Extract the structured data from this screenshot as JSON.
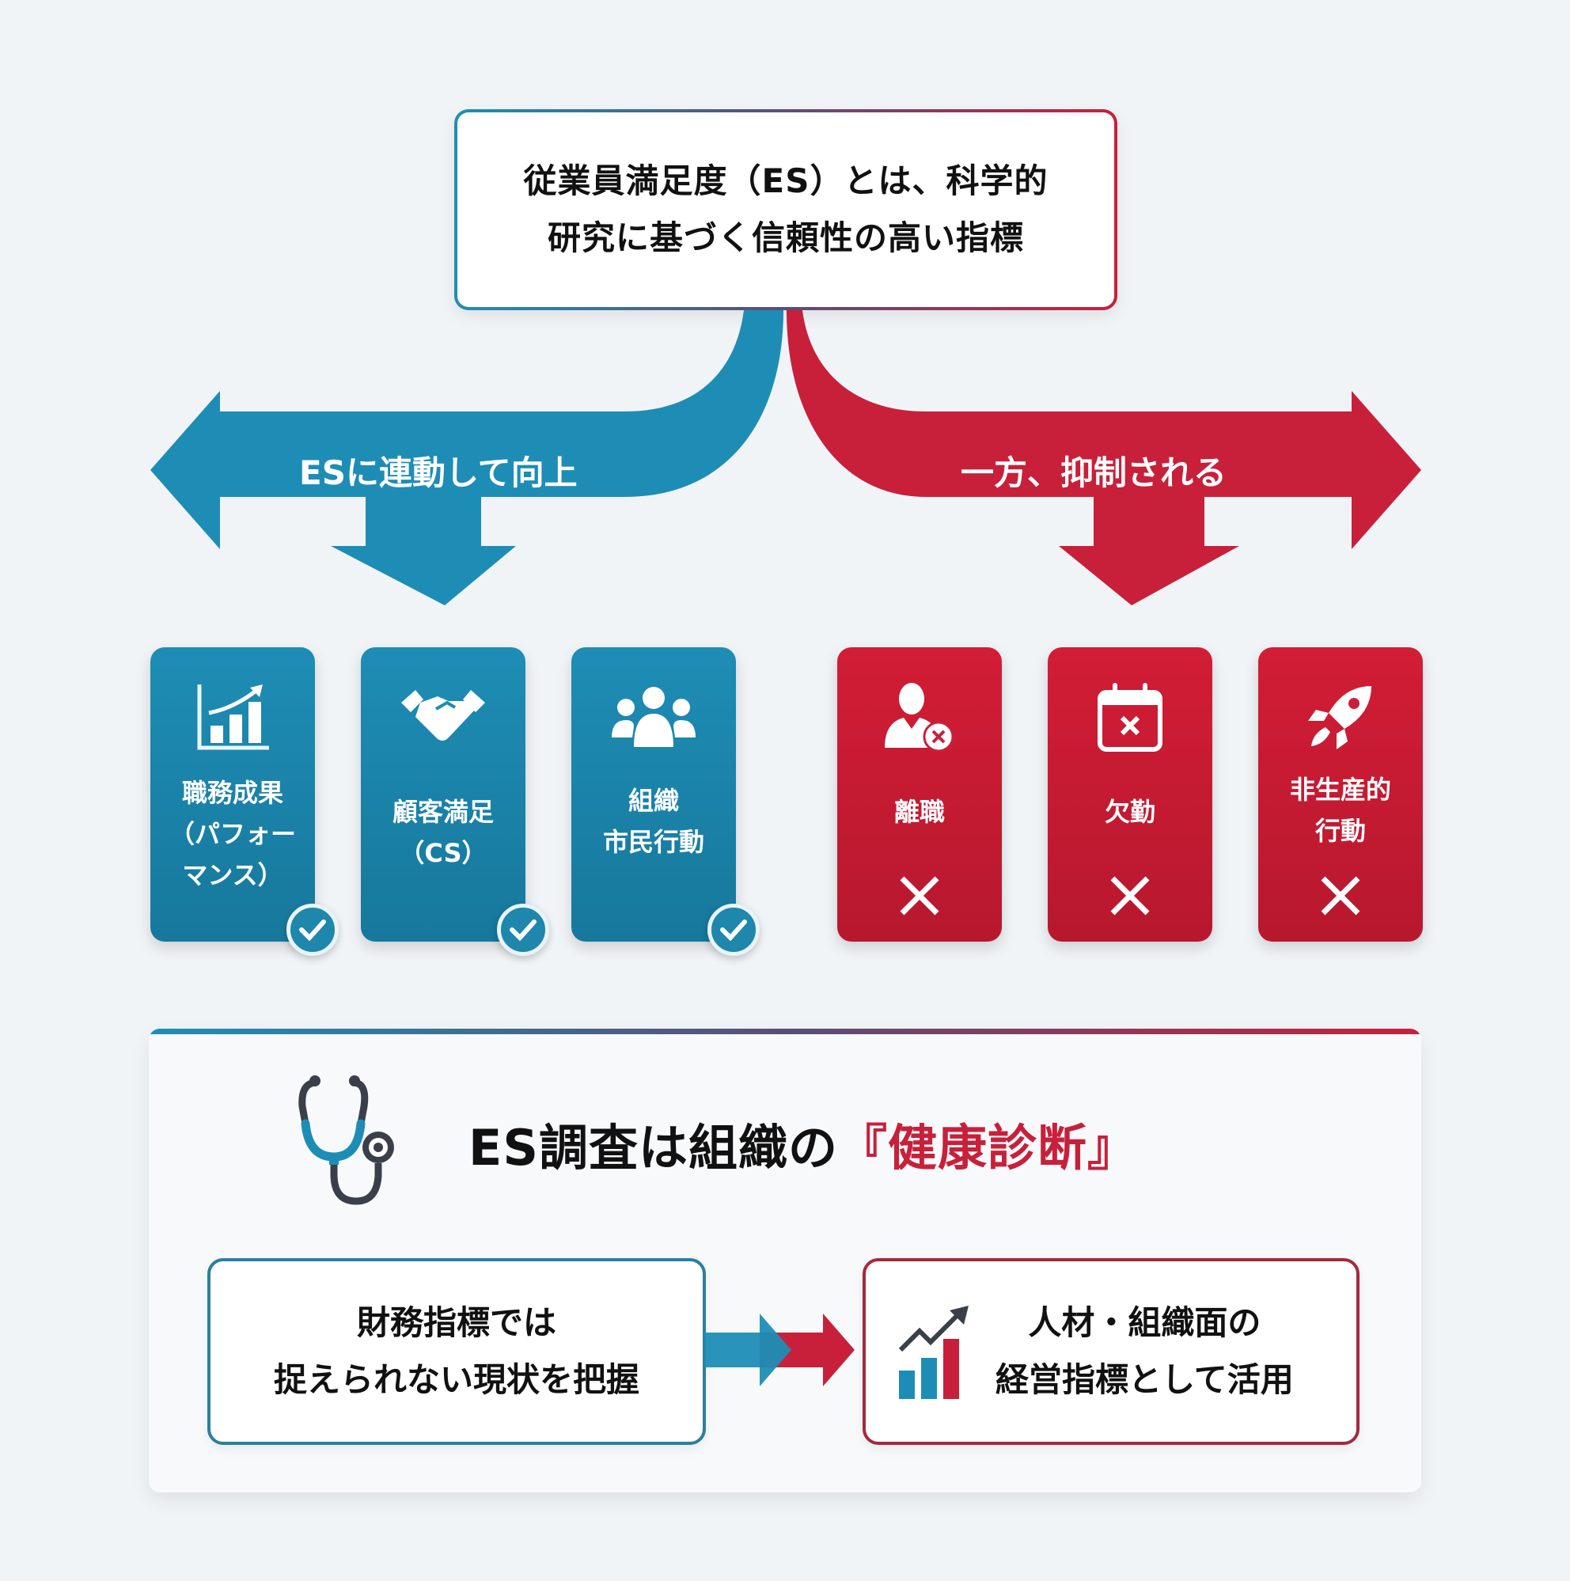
{
  "top": {
    "line1": "従業員満足度（ES）とは、科学的",
    "line2": "研究に基づく信頼性の高い指標"
  },
  "branches": {
    "positive": {
      "label": "ESに連動して向上",
      "color": "#1e8db5"
    },
    "negative": {
      "label": "一方、抑制される",
      "color": "#c8203a"
    }
  },
  "positive_cards": [
    {
      "icon": "bar-chart-growth-icon",
      "lines": [
        "職務成果",
        "（パフォー",
        "マンス）"
      ],
      "badge": "check-icon"
    },
    {
      "icon": "handshake-icon",
      "lines": [
        "顧客満足",
        "（CS）"
      ],
      "badge": "check-icon"
    },
    {
      "icon": "group-people-icon",
      "lines": [
        "組織",
        "市民行動"
      ],
      "badge": "check-icon"
    }
  ],
  "negative_cards": [
    {
      "icon": "user-remove-icon",
      "lines": [
        "離職"
      ],
      "badge": "x-icon"
    },
    {
      "icon": "calendar-x-icon",
      "lines": [
        "欠勤"
      ],
      "badge": "x-icon"
    },
    {
      "icon": "rocket-icon",
      "lines": [
        "非生産的",
        "行動"
      ],
      "badge": "x-icon"
    }
  ],
  "bottom": {
    "headline_main": "ES調査は組織の",
    "headline_accent": "『健康診断』",
    "left_box": {
      "line1": "財務指標では",
      "line2": "捉えられない現状を把握"
    },
    "right_box": {
      "line1": "人材・組織面の",
      "line2": "経営指標として活用"
    }
  },
  "colors": {
    "blue": "#1e8db5",
    "red": "#c8203a",
    "dark": "#3a3f4a",
    "background": "#f1f4f7"
  }
}
